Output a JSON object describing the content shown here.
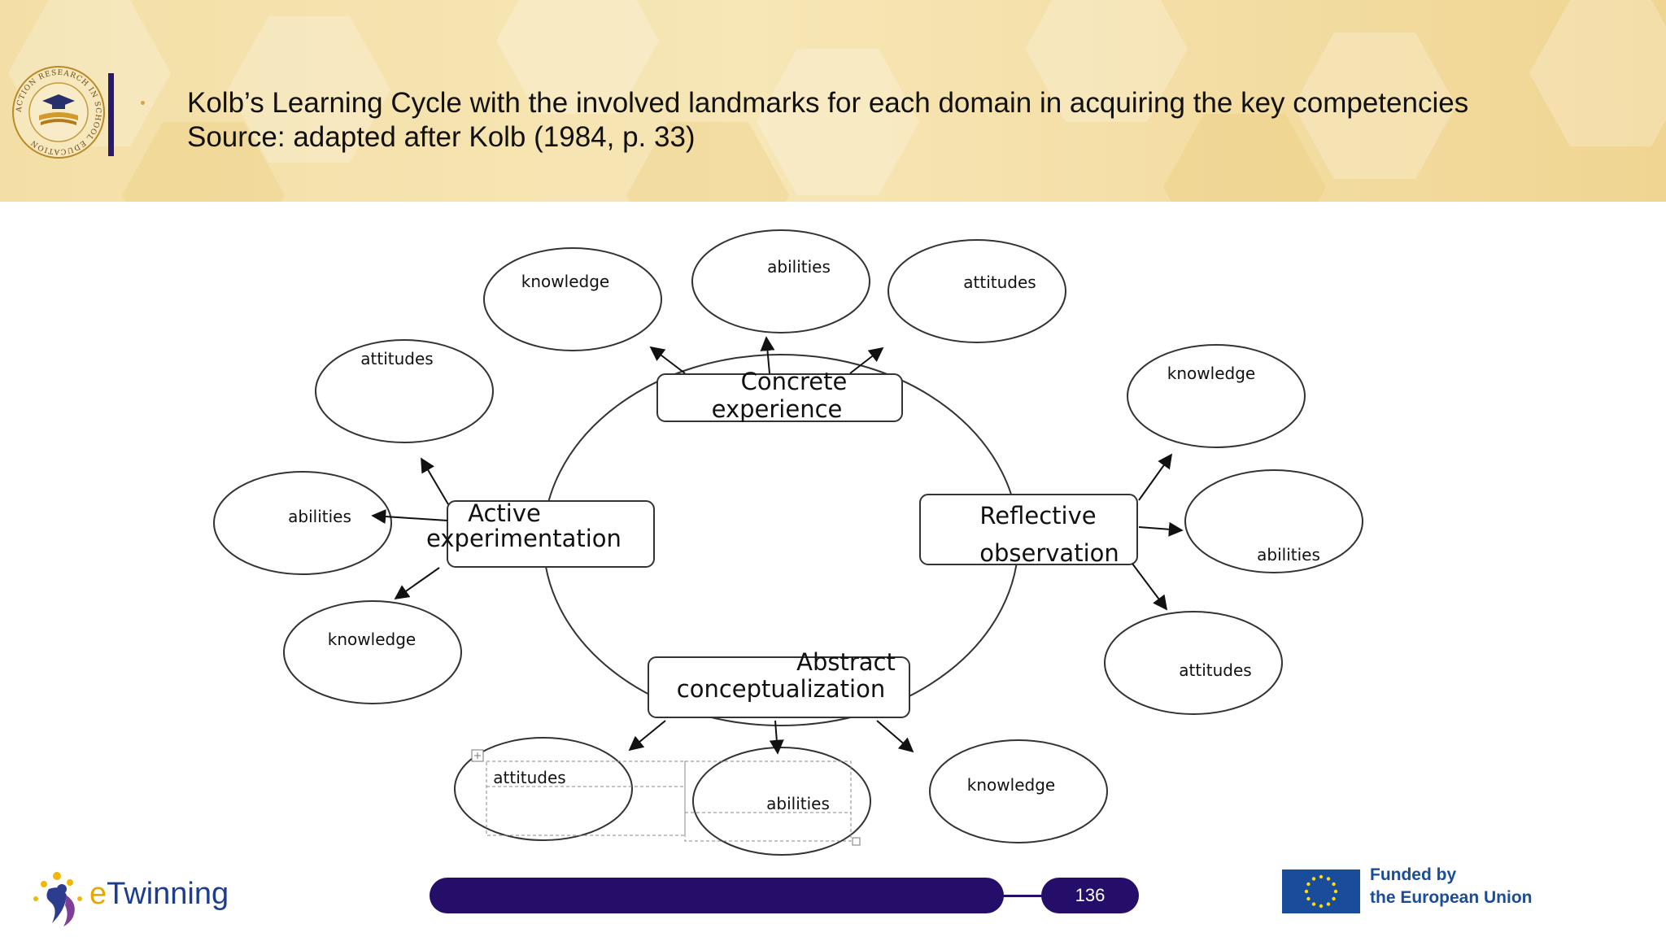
{
  "header": {
    "title_line1": "Kolb’s Learning Cycle with the involved landmarks for each domain in acquiring the key competencies",
    "title_line2": "Source: adapted after Kolb (1984, p. 33)",
    "logo_ring_text": "ACTION RESEARCH IN SCHOOL EDUCATION"
  },
  "diagram": {
    "concrete_line1": "Concrete",
    "concrete_line2": "experience",
    "reflective_line1": "Reflective",
    "reflective_line2": "observation",
    "abstract_line1": "Abstract",
    "abstract_line2": "conceptualization",
    "active_line1": "Active",
    "active_line2": "experimentation",
    "bubbles": [
      "knowledge",
      "abilities",
      "attitudes",
      "knowledge",
      "abilities",
      "attitudes",
      "attitudes",
      "abilities",
      "knowledge",
      "attitudes",
      "abilities",
      "knowledge"
    ]
  },
  "footer": {
    "page_number": "136",
    "etwinning_e": "e",
    "etwinning_rest": "Twinning",
    "eu_line1": "Funded by",
    "eu_line2": "the European Union"
  },
  "colors": {
    "header_bg": "#f3dfa6",
    "footer_navy": "#250d6a",
    "eu_blue": "#1a4c9c",
    "eu_star": "#ffdd00"
  }
}
